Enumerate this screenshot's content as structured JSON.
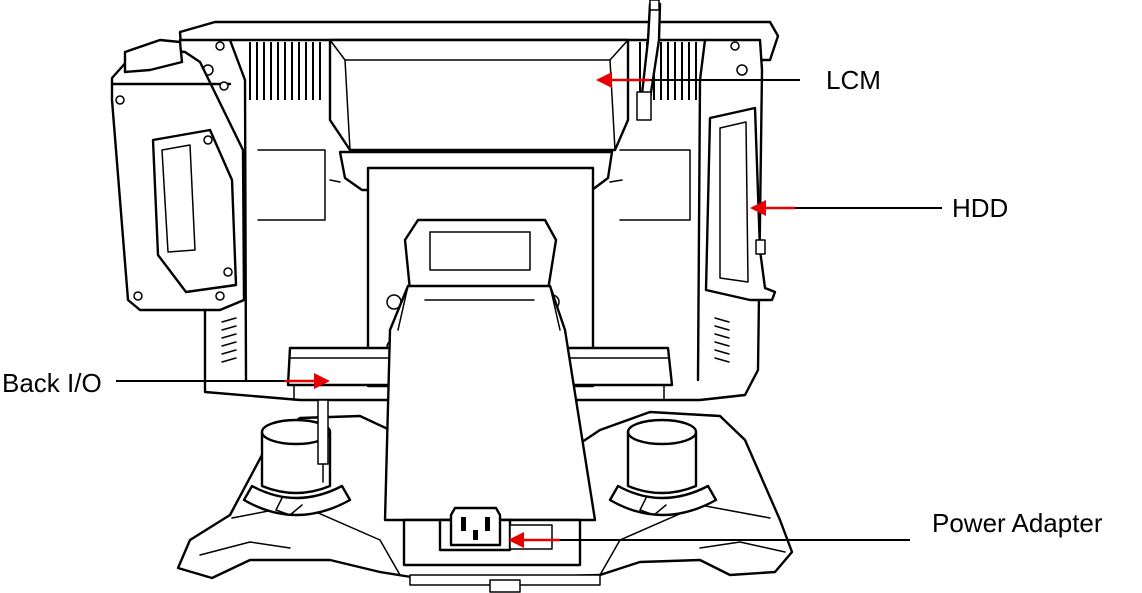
{
  "labels": {
    "lcm": "LCM",
    "hdd": "HDD",
    "back_io": "Back I/O",
    "power_adapter": "Power Adapter"
  },
  "colors": {
    "arrow": "#e60000",
    "line": "#000000",
    "background": "#ffffff"
  }
}
